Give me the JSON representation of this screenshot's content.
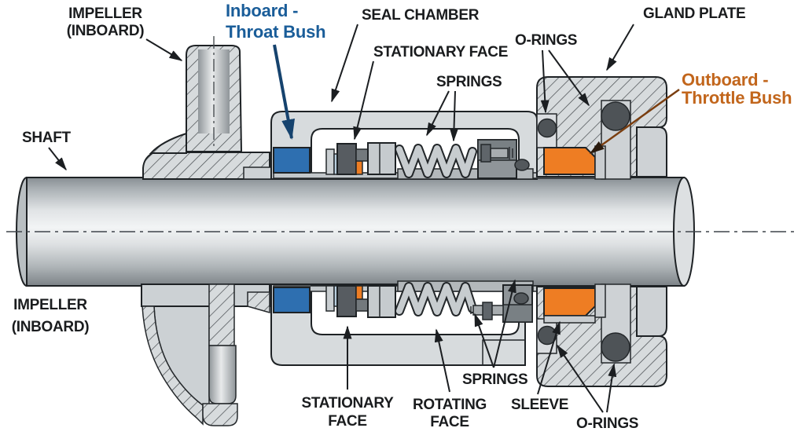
{
  "figure": {
    "description": "Cross-section diagram of a centrifugal pump mechanical seal assembly",
    "background": "#ffffff"
  },
  "colors": {
    "throat_bush_blue": "#2e6fb0",
    "throttle_bush_orange": "#ee7d23",
    "label_blue": "#1a5d99",
    "label_orange": "#c2661c",
    "arrow_black": "#1b1e21",
    "arrow_navy": "#16436e",
    "arrow_brown": "#7a3e10",
    "oring_dark": "#4e5357",
    "metal_light": "#d7dbdd",
    "metal_dark_face": "#575c61",
    "hatch_line": "#43484c"
  },
  "labels": {
    "impeller_top": {
      "line1": "IMPELLER",
      "line2": "(INBOARD)"
    },
    "shaft": {
      "text": "SHAFT"
    },
    "inboard_throat_bush": {
      "line1": "Inboard -",
      "line2": "Throat Bush"
    },
    "seal_chamber": {
      "text": "SEAL CHAMBER"
    },
    "stationary_face_top": {
      "text": "STATIONARY FACE"
    },
    "springs_top": {
      "text": "SPRINGS"
    },
    "orings_top": {
      "text": "O-RINGS"
    },
    "gland_plate": {
      "text": "GLAND PLATE"
    },
    "outboard_throttle_bush": {
      "line1": "Outboard -",
      "line2": "Throttle Bush"
    },
    "impeller_bottom": {
      "line1": "IMPELLER",
      "line2": "(INBOARD)"
    },
    "stationary_face_bottom": {
      "line1": "STATIONARY",
      "line2": "FACE"
    },
    "rotating_face_bottom": {
      "line1": "ROTATING",
      "line2": "FACE"
    },
    "springs_bottom": {
      "text": "SPRINGS"
    },
    "sleeve": {
      "text": "SLEEVE"
    },
    "orings_bottom": {
      "text": "O-RINGS"
    }
  }
}
